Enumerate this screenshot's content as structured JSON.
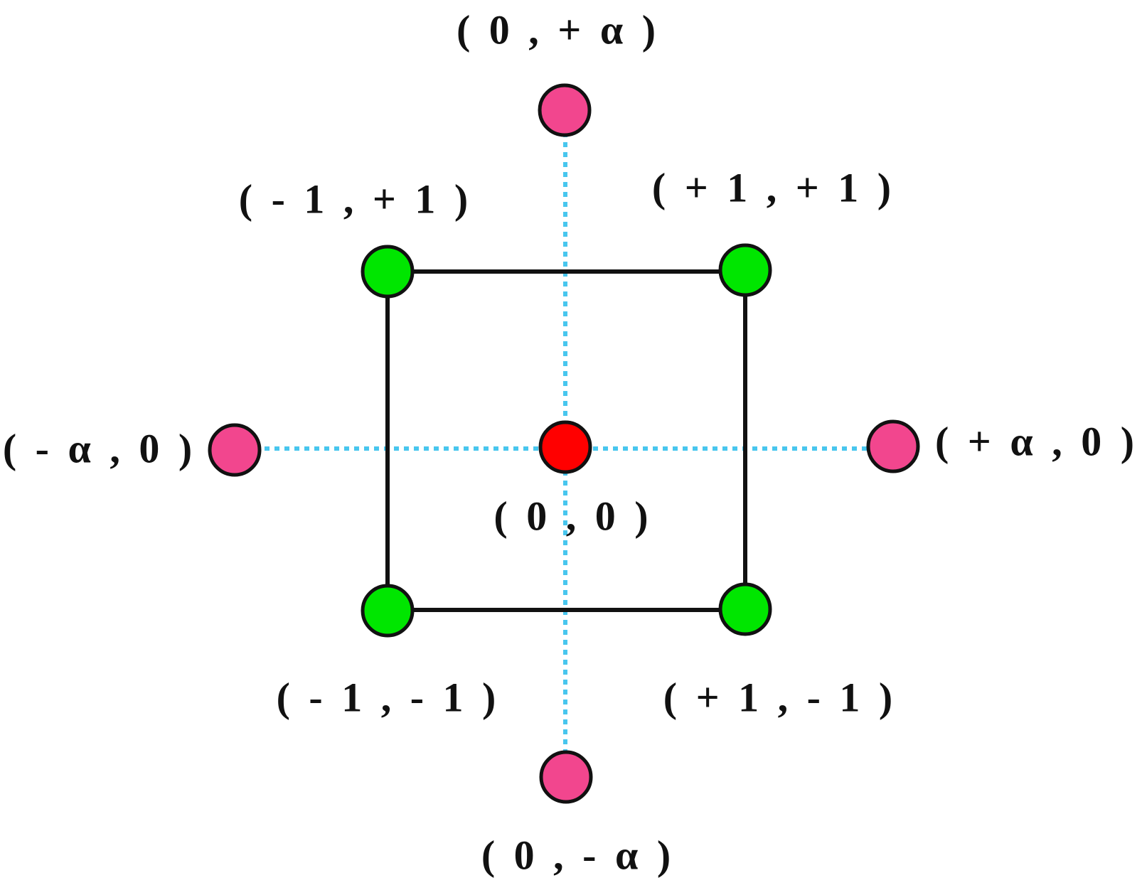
{
  "colors": {
    "axis": "#48c6ee",
    "square": "#111111",
    "center": "#ff0000",
    "factorial": "#00e600",
    "axial": "#f2468e",
    "outline": "#111111"
  },
  "points": {
    "center": {
      "label": "( 0 , 0 )"
    },
    "factorial": [
      {
        "label": "( - 1 , + 1 )"
      },
      {
        "label": "( + 1 , + 1 )"
      },
      {
        "label": "( - 1 , - 1 )"
      },
      {
        "label": "( + 1 , - 1 )"
      }
    ],
    "axial": [
      {
        "label": "( 0 , + α )"
      },
      {
        "label": "( - α , 0 )"
      },
      {
        "label": "( + α , 0 )"
      },
      {
        "label": "( 0 , - α )"
      }
    ]
  }
}
